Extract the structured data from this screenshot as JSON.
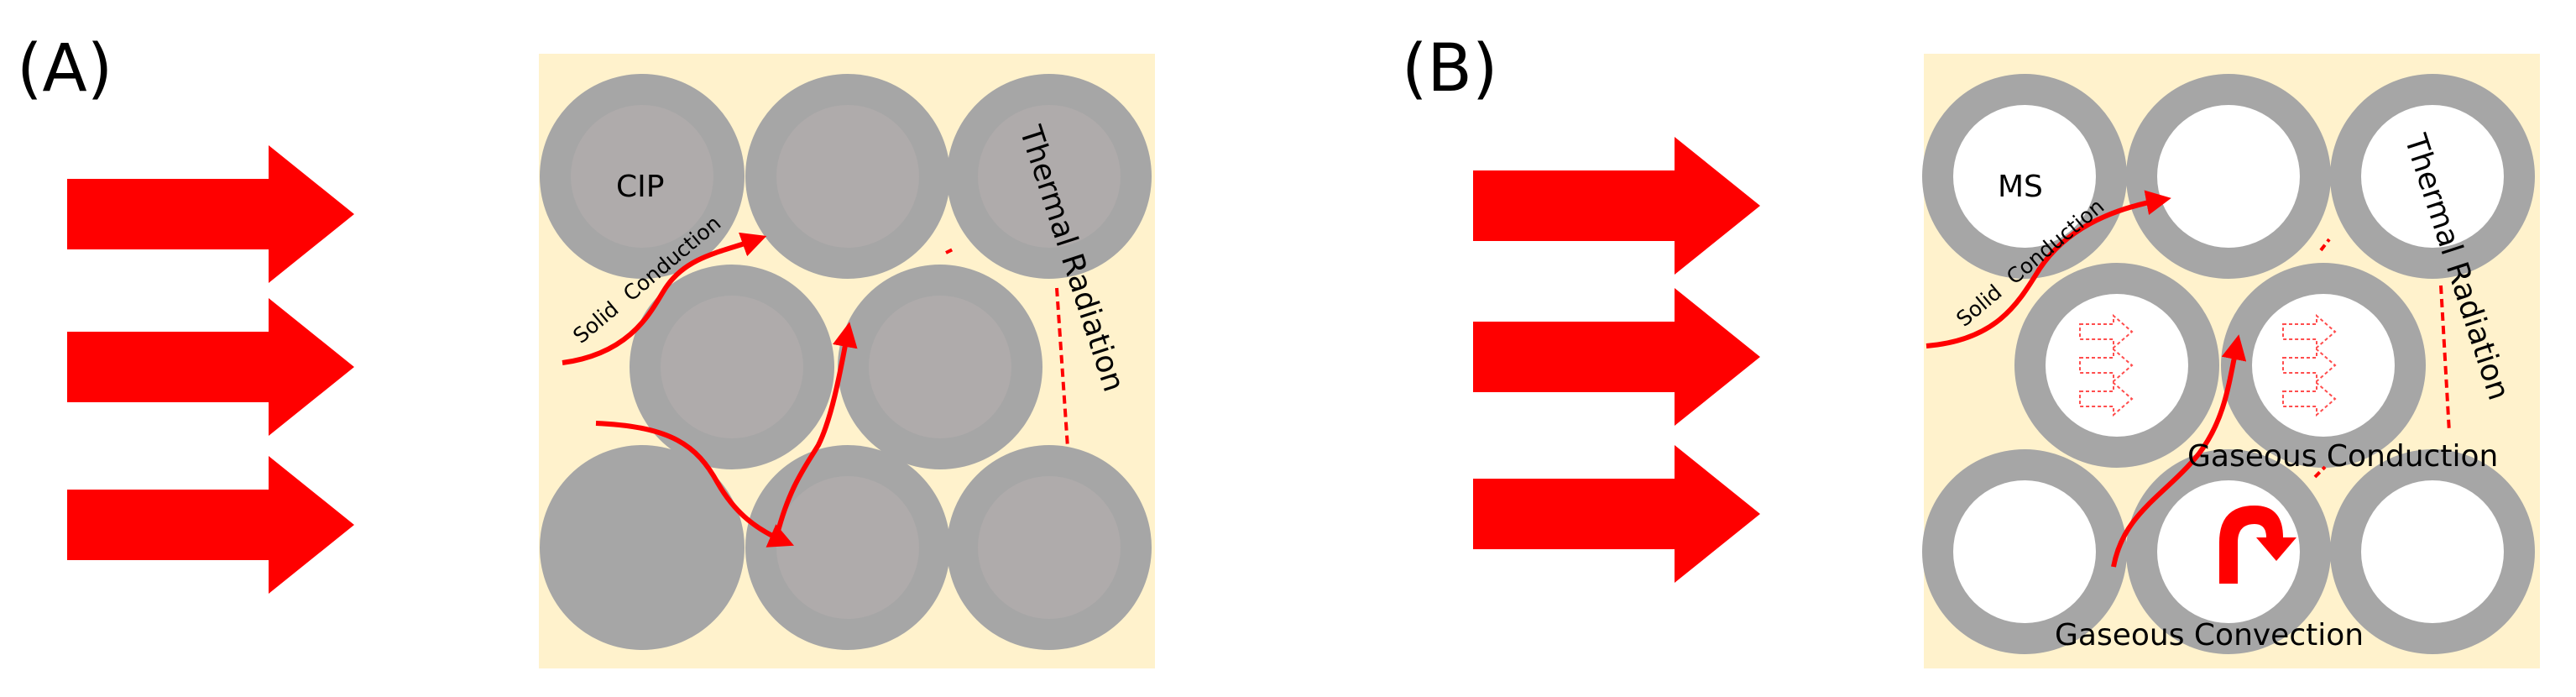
{
  "colors": {
    "arrow": "#ff0000",
    "panel_bg": "#fff2cc",
    "particle_shell": "#a6a6a6",
    "cip_core": "#afabab",
    "ms_core": "#ffffff"
  },
  "panel_a": {
    "letter": "(A)",
    "particle_label": "CIP",
    "solid_label_1": "Solid",
    "solid_label_2": "Conduction",
    "radiation_label": "Thermal Radiation",
    "incoming_arrows": 3
  },
  "panel_b": {
    "letter": "(B)",
    "particle_label": "MS",
    "solid_label_1": "Solid",
    "solid_label_2": "Conduction",
    "radiation_label": "Thermal Radiation",
    "gas_conduction_label": "Gaseous Conduction",
    "gas_convection_label": "Gaseous Convection",
    "incoming_arrows": 3
  }
}
